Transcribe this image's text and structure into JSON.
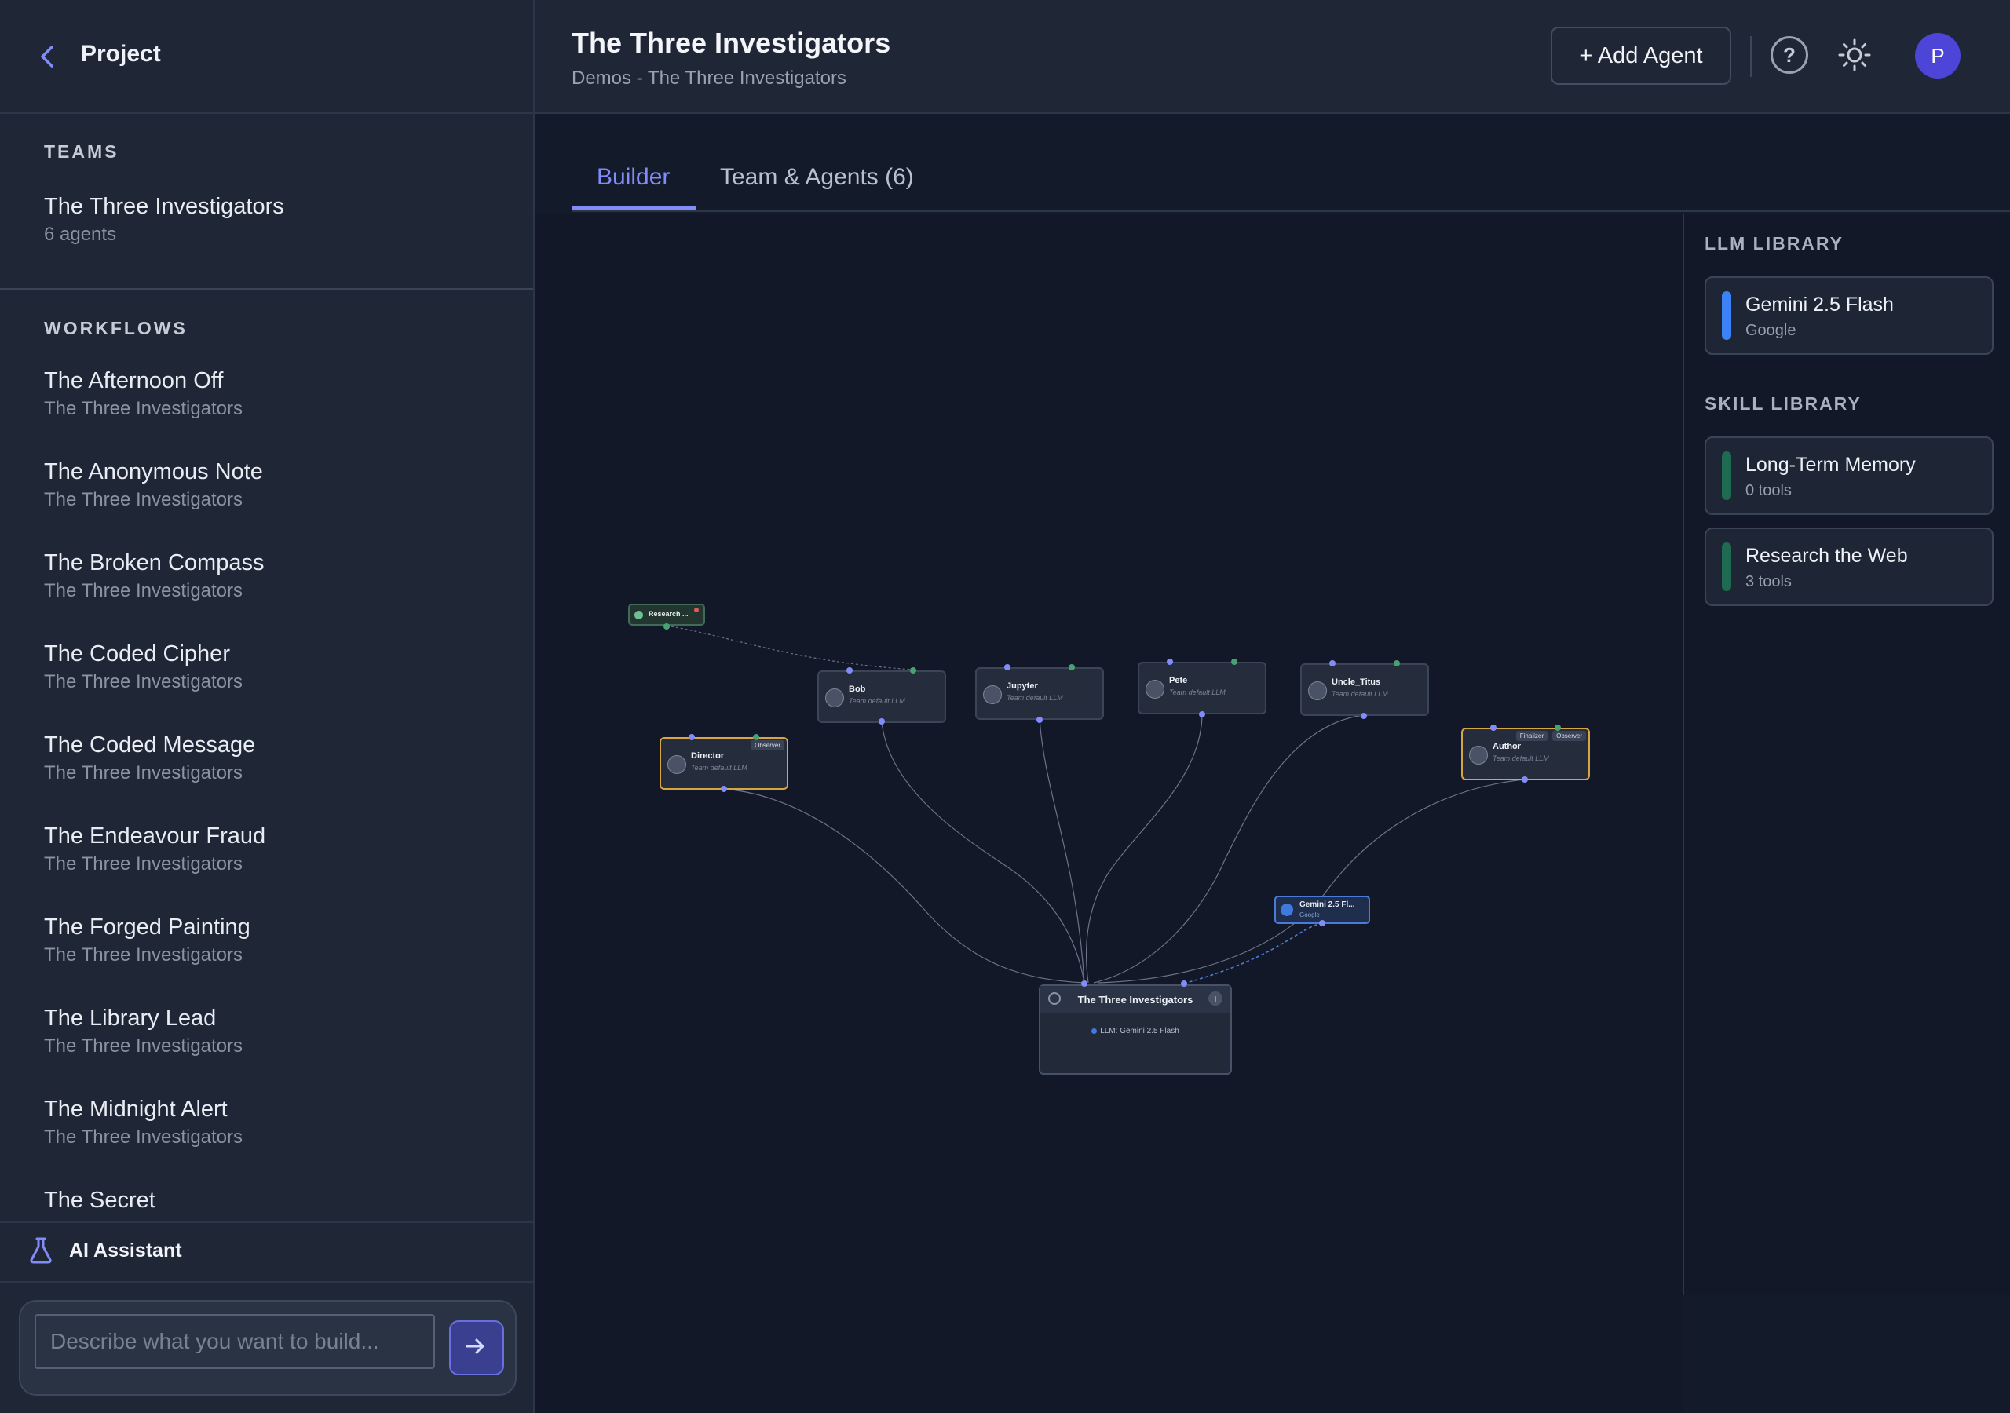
{
  "sidebar": {
    "project_label": "Project",
    "teams_heading": "TEAMS",
    "team": {
      "name": "The Three Investigators",
      "meta": "6 agents"
    },
    "workflows_heading": "WORKFLOWS",
    "workflows": [
      {
        "title": "The Afternoon Off",
        "team": "The Three Investigators"
      },
      {
        "title": "The Anonymous Note",
        "team": "The Three Investigators"
      },
      {
        "title": "The Broken Compass",
        "team": "The Three Investigators"
      },
      {
        "title": "The Coded Cipher",
        "team": "The Three Investigators"
      },
      {
        "title": "The Coded Message",
        "team": "The Three Investigators"
      },
      {
        "title": "The Endeavour Fraud",
        "team": "The Three Investigators"
      },
      {
        "title": "The Forged Painting",
        "team": "The Three Investigators"
      },
      {
        "title": "The Library Lead",
        "team": "The Three Investigators"
      },
      {
        "title": "The Midnight Alert",
        "team": "The Three Investigators"
      },
      {
        "title": "The Secret",
        "team": ""
      }
    ],
    "assistant_label": "AI Assistant",
    "prompt_placeholder": "Describe what you want to build..."
  },
  "header": {
    "title": "The Three Investigators",
    "subtitle": "Demos - The Three Investigators",
    "add_agent_label": "+ Add Agent",
    "help_label": "?",
    "avatar_initial": "P"
  },
  "tabs": [
    {
      "label": "Builder",
      "active": true
    },
    {
      "label": "Team & Agents (6)",
      "active": false
    }
  ],
  "graph": {
    "skill_node": "Research ...",
    "agents": [
      {
        "name": "Bob",
        "llm": "Team default LLM",
        "badges": []
      },
      {
        "name": "Jupyter",
        "llm": "Team default LLM",
        "badges": []
      },
      {
        "name": "Pete",
        "llm": "Team default LLM",
        "badges": []
      },
      {
        "name": "Uncle_Titus",
        "llm": "Team default LLM",
        "badges": []
      },
      {
        "name": "Director",
        "llm": "Team default LLM",
        "badges": [
          "Observer"
        ]
      },
      {
        "name": "Author",
        "llm": "Team default LLM",
        "badges": [
          "Finalizer",
          "Observer"
        ]
      }
    ],
    "llm_node": {
      "name": "Gemini 2.5 Fl...",
      "provider": "Google"
    },
    "team_node": {
      "name": "The Three Investigators",
      "llm": "LLM: Gemini 2.5 Flash",
      "plus": "+"
    }
  },
  "library": {
    "llm_heading": "LLM LIBRARY",
    "llms": [
      {
        "name": "Gemini 2.5 Flash",
        "provider": "Google",
        "color": "#3b82f6"
      }
    ],
    "skill_heading": "SKILL LIBRARY",
    "skills": [
      {
        "name": "Long-Term Memory",
        "meta": "0 tools",
        "color": "#1f6b52"
      },
      {
        "name": "Research the Web",
        "meta": "3 tools",
        "color": "#1f6b52"
      }
    ]
  },
  "colors": {
    "accent": "#818cf8",
    "avatar": "#4d45d8",
    "gold_border": "#d6a544",
    "llm_blue": "#3f7ae0"
  }
}
